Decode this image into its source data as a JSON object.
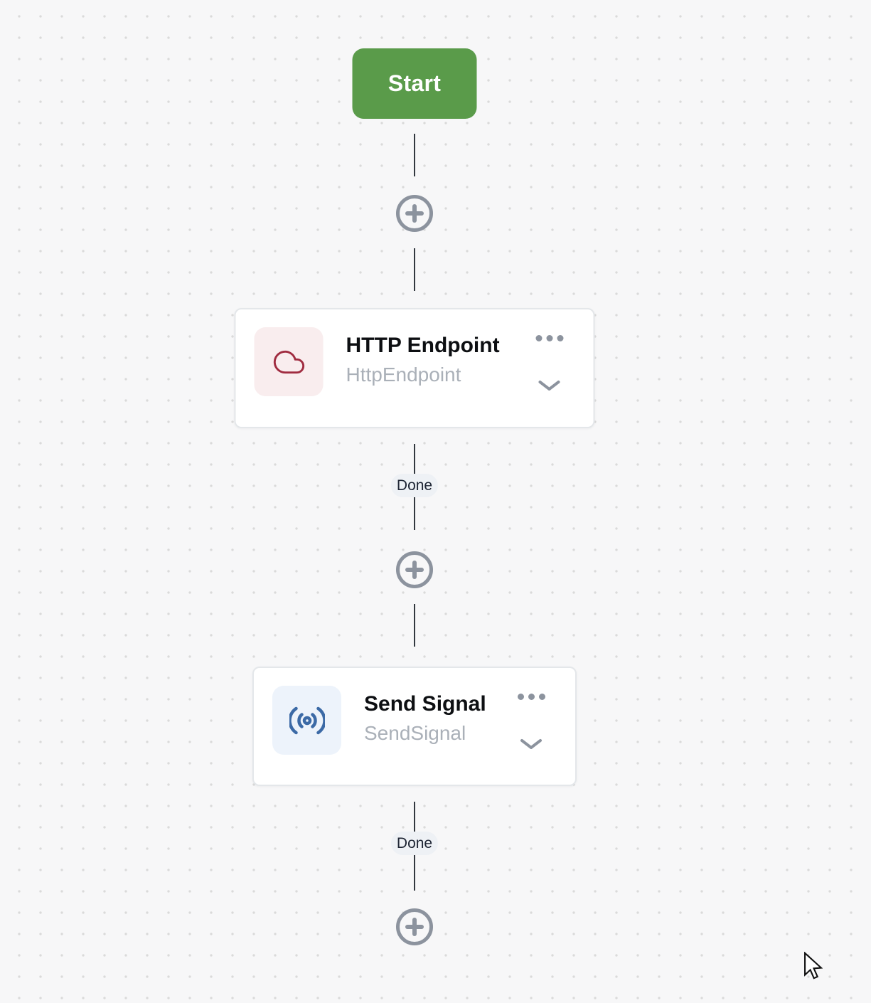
{
  "app": {
    "view": "workflow-canvas"
  },
  "flow": {
    "start_label": "Start",
    "nodes": [
      {
        "title": "HTTP Endpoint",
        "subtitle": "HttpEndpoint",
        "icon": "cloud-icon",
        "edge_label": "Done"
      },
      {
        "title": "Send Signal",
        "subtitle": "SendSignal",
        "icon": "broadcast-icon",
        "edge_label": "Done"
      }
    ]
  },
  "icons": {
    "add": "plus-icon",
    "menu": "ellipsis-icon",
    "expand": "chevron-down-icon",
    "http_step": "cloud-icon",
    "signal_step": "broadcast-icon",
    "pointer": "mouse-cursor"
  },
  "colors": {
    "start_button": "#5a9b4a",
    "connector": "#32383f",
    "card_border": "#e4e7ea",
    "title": "#0d0f12",
    "subtitle": "#aab0b8",
    "control_gray": "#8c939e",
    "pill_bg": "#eef1f5",
    "pill_text": "#1d2433",
    "http_icon": "#a02c40",
    "http_icon_bg": "#f9edee",
    "signal_icon": "#3c6aa6",
    "signal_icon_bg": "#edf3fb",
    "canvas_bg": "#f7f7f8",
    "dot": "#dadada"
  }
}
